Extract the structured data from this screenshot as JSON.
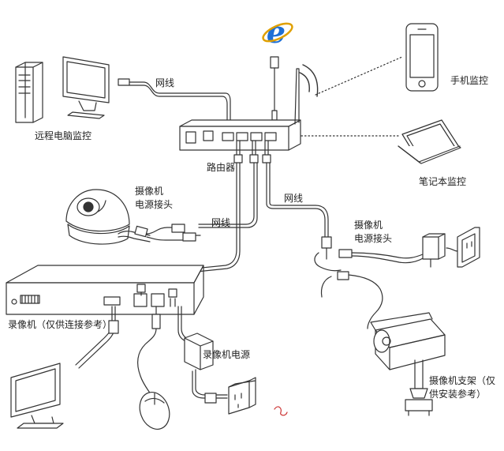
{
  "labels": {
    "remote_pc": "远程电脑监控",
    "cable_top": "网线",
    "router": "路由器",
    "phone": "手机监控",
    "laptop": "笔记本监控",
    "camera_power_left": "摄像机\n电源接头",
    "cable_mid": "网线",
    "cable_right": "网线",
    "camera_power_right": "摄像机\n电源接头",
    "dvr": "录像机（仅供连接参考）",
    "dvr_power": "录像机电源",
    "camera_mount": "摄像机支架（仅供安装参考）"
  },
  "colors": {
    "line": "#333333",
    "wire": "#555555",
    "ie_logo": "#1e6fd6"
  },
  "icons": [
    "ie-logo-icon",
    "pc-icon",
    "monitor-icon",
    "phone-icon",
    "laptop-icon",
    "router-icon",
    "dome-camera-icon",
    "bullet-camera-icon",
    "dvr-icon",
    "mouse-icon",
    "power-adapter-icon",
    "wall-socket-icon"
  ]
}
